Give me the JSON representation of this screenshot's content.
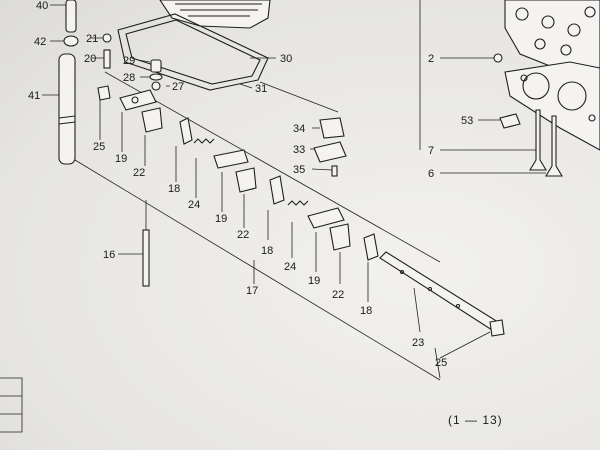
{
  "page_code": "(1 — 13)",
  "labels": {
    "l40": "40",
    "l42": "42",
    "l21": "21",
    "l20": "20",
    "l29": "29",
    "l28": "28",
    "l27": "27",
    "l30": "30",
    "l31": "31",
    "l41": "41",
    "l25a": "25",
    "l19a": "19",
    "l22a": "22",
    "l18a": "18",
    "l24a": "24",
    "l19b": "19",
    "l22b": "22",
    "l18b": "18",
    "l24b": "24",
    "l17": "17",
    "l19c": "19",
    "l22c": "22",
    "l18c": "18",
    "l16": "16",
    "l34": "34",
    "l33": "33",
    "l35": "35",
    "l2": "2",
    "l53": "53",
    "l7": "7",
    "l6": "6",
    "l23": "23",
    "l25b": "25"
  }
}
